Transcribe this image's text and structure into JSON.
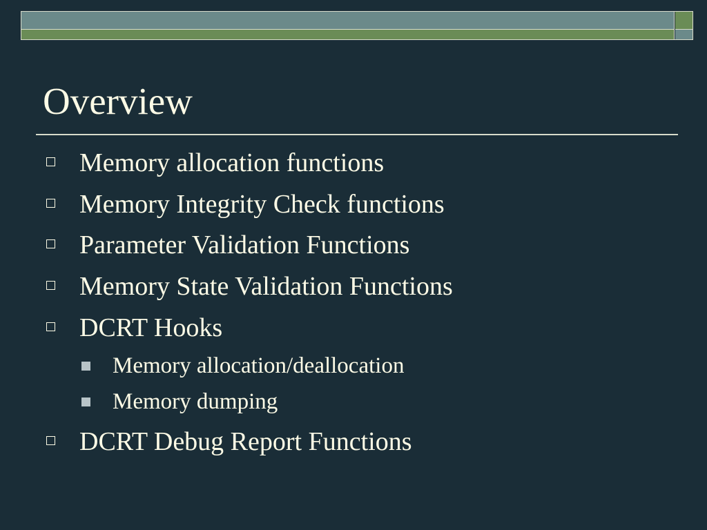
{
  "slide": {
    "title": "Overview",
    "bullets": [
      {
        "text": "Memory allocation functions"
      },
      {
        "text": "Memory Integrity Check functions"
      },
      {
        "text": "Parameter Validation Functions"
      },
      {
        "text": "Memory State Validation Functions"
      },
      {
        "text": "DCRT Hooks",
        "subitems": [
          {
            "text": "Memory allocation/deallocation"
          },
          {
            "text": "Memory dumping"
          }
        ]
      },
      {
        "text": "DCRT Debug Report Functions"
      }
    ]
  },
  "colors": {
    "background": "#1a2d37",
    "text": "#fdfbe6",
    "band_blue": "#6b8a8a",
    "band_green": "#6a8c56",
    "rule": "#d8dccb"
  }
}
